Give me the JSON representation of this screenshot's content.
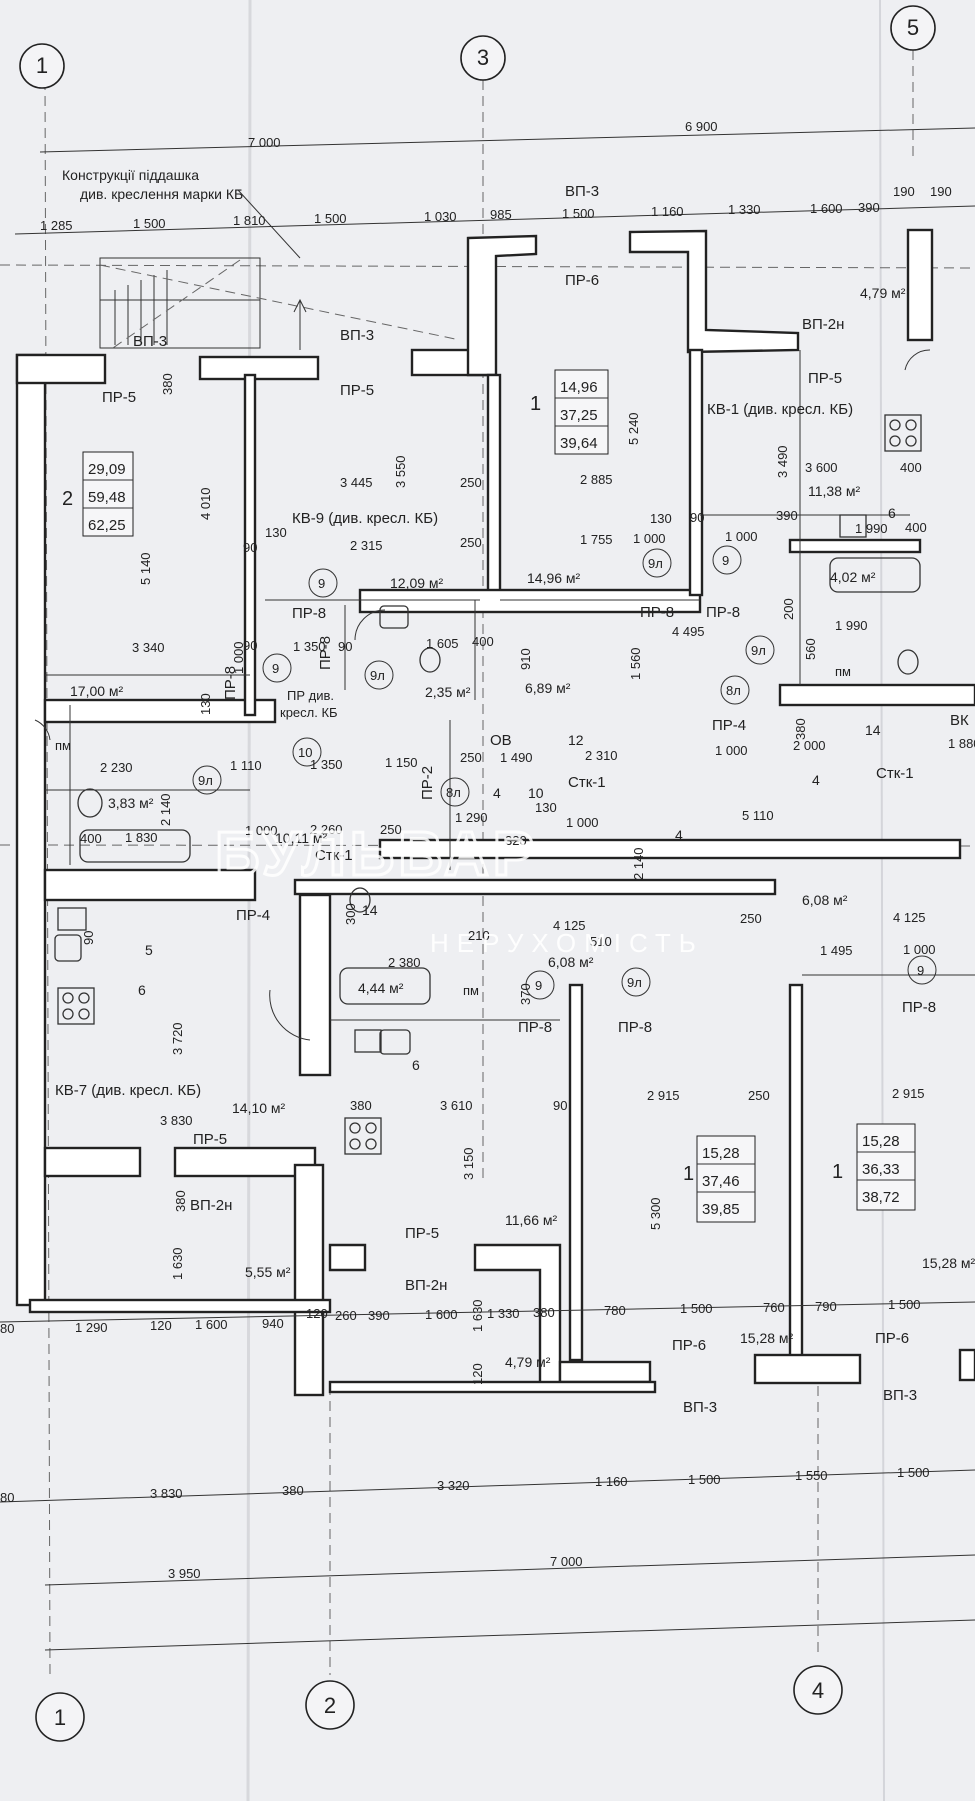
{
  "axes": {
    "a1": "1",
    "a2": "2",
    "a3": "3",
    "a4": "4",
    "a5": "5"
  },
  "notes": {
    "roof_line1": "Конструкції піддашка",
    "roof_line2": "див. креслення марки КБ"
  },
  "top_dims": {
    "total_left": "7 000",
    "total_right": "6 900",
    "row": [
      "1 285",
      "1 500",
      "1 810",
      "1 500",
      "1 030",
      "985",
      "1 500",
      "1 160",
      "1 330",
      "1 600",
      "390",
      "190",
      "190"
    ]
  },
  "bottom_dims": {
    "row1": [
      "80",
      "1 290",
      "120",
      "1 600",
      "940",
      "120",
      "260",
      "390",
      "1 600",
      "1 330",
      "380",
      "780",
      "1 500",
      "760",
      "790",
      "1 500"
    ],
    "row2": [
      "80",
      "3 830",
      "380",
      "3 320",
      "1 160",
      "1 500",
      "1 550",
      "1 500"
    ],
    "row3": [
      "3 950",
      "7 000"
    ]
  },
  "elements": {
    "vp3_a": "ВП-3",
    "vp3_b": "ВП-3",
    "vp3_c": "ВП-3",
    "vp3_d": "ВП-3",
    "vp3_e": "ВП-3",
    "vp2n_a": "ВП-2н",
    "vp2n_b": "ВП-2н",
    "vp2n_c": "ВП-2н",
    "pr5_a": "ПР-5",
    "pr5_b": "ПР-5",
    "pr5_c": "ПР-5",
    "pr5_d": "ПР-5",
    "pr5_e": "ПР-5",
    "pr6_a": "ПР-6",
    "pr6_b": "ПР-6",
    "pr6_c": "ПР-6",
    "pr8_a": "ПР-8",
    "pr8_b": "ПР-8",
    "pr8_c": "ПР-8",
    "pr8_d": "ПР-8",
    "pr8_e": "ПР-8",
    "pr8_f": "ПР-8",
    "pr8_g": "ПР-8",
    "pr8_h": "ПР-8",
    "pr4_a": "ПР-4",
    "pr4_b": "ПР-4",
    "pr2": "ПР-2",
    "stk1_a": "Стк-1",
    "stk1_b": "Стк-1",
    "stk1_c": "Стк-1",
    "ov": "ОВ",
    "vk": "ВК",
    "pr_note_1": "ПР див.",
    "pr_note_2": "кресл. КБ"
  },
  "apartments": {
    "kv9": "КВ-9 (див. кресл. КБ)",
    "kv1": "КВ-1 (див. кресл. КБ)",
    "kv7": "КВ-7 (див. кресл. КБ)"
  },
  "room_boxes": [
    {
      "n": "2",
      "a": "29,09",
      "b": "59,48",
      "c": "62,25"
    },
    {
      "n": "1",
      "a": "14,96",
      "b": "37,25",
      "c": "39,64"
    },
    {
      "n": "1",
      "a": "15,28",
      "b": "37,46",
      "c": "39,85"
    },
    {
      "n": "1",
      "a": "15,28",
      "b": "36,33",
      "c": "38,72"
    }
  ],
  "areas": {
    "a1": "17,00 м²",
    "a2": "12,09 м²",
    "a3": "14,96 м²",
    "a4": "6,89 м²",
    "a5": "2,35 м²",
    "a6": "3,83 м²",
    "a7": "10,11 м²",
    "a8": "4,44 м²",
    "a9": "6,08 м²",
    "a10": "14,10 м²",
    "a11": "5,55 м²",
    "a12": "11,66 м²",
    "a13": "4,79 м²",
    "a14": "15,28 м²",
    "a15": "4,79 м²",
    "a16": "11,38 м²",
    "a17": "4,02 м²",
    "a18": "6,08 м²",
    "a19": "15,28 м²"
  },
  "inner_dims": [
    "380",
    "4 010",
    "5 140",
    "3 340",
    "3 445",
    "3 550",
    "250",
    "2 315",
    "250",
    "90",
    "130",
    "1 350",
    "90",
    "1 605",
    "400",
    "1 000",
    "130",
    "90",
    "2 885",
    "5 240",
    "1 755",
    "1 000",
    "130",
    "90",
    "1 000",
    "3 600",
    "400",
    "3 490",
    "390",
    "1 990",
    "400",
    "4 495",
    "1 990",
    "1 560",
    "2 000",
    "1 880",
    "1 000",
    "2 310",
    "1 490",
    "250",
    "2 230",
    "1 110",
    "1 350",
    "1 150",
    "2 140",
    "1 830",
    "400",
    "1 000",
    "2 260",
    "250",
    "1 290",
    "320",
    "130",
    "1 000",
    "5 110",
    "4 125",
    "2 380",
    "300",
    "4 125",
    "1 495",
    "250",
    "1 000",
    "510",
    "3 720",
    "3 830",
    "380",
    "3 610",
    "3 150",
    "90",
    "2 915",
    "250",
    "2 915",
    "5 300",
    "1 630",
    "120",
    "1 630",
    "380",
    "210",
    "910",
    "560",
    "370",
    "200",
    "380",
    "90",
    "2 140"
  ],
  "marks": {
    "m9": "9",
    "m9l": "9л",
    "m8l": "8л",
    "m10": "10",
    "m12": "12",
    "m14": "14",
    "m4": "4",
    "m5": "5",
    "m6": "6",
    "pm": "пм"
  },
  "watermark": {
    "title": "БУЛЬВАР",
    "subtitle": "НЕРУХОМІСТЬ"
  }
}
